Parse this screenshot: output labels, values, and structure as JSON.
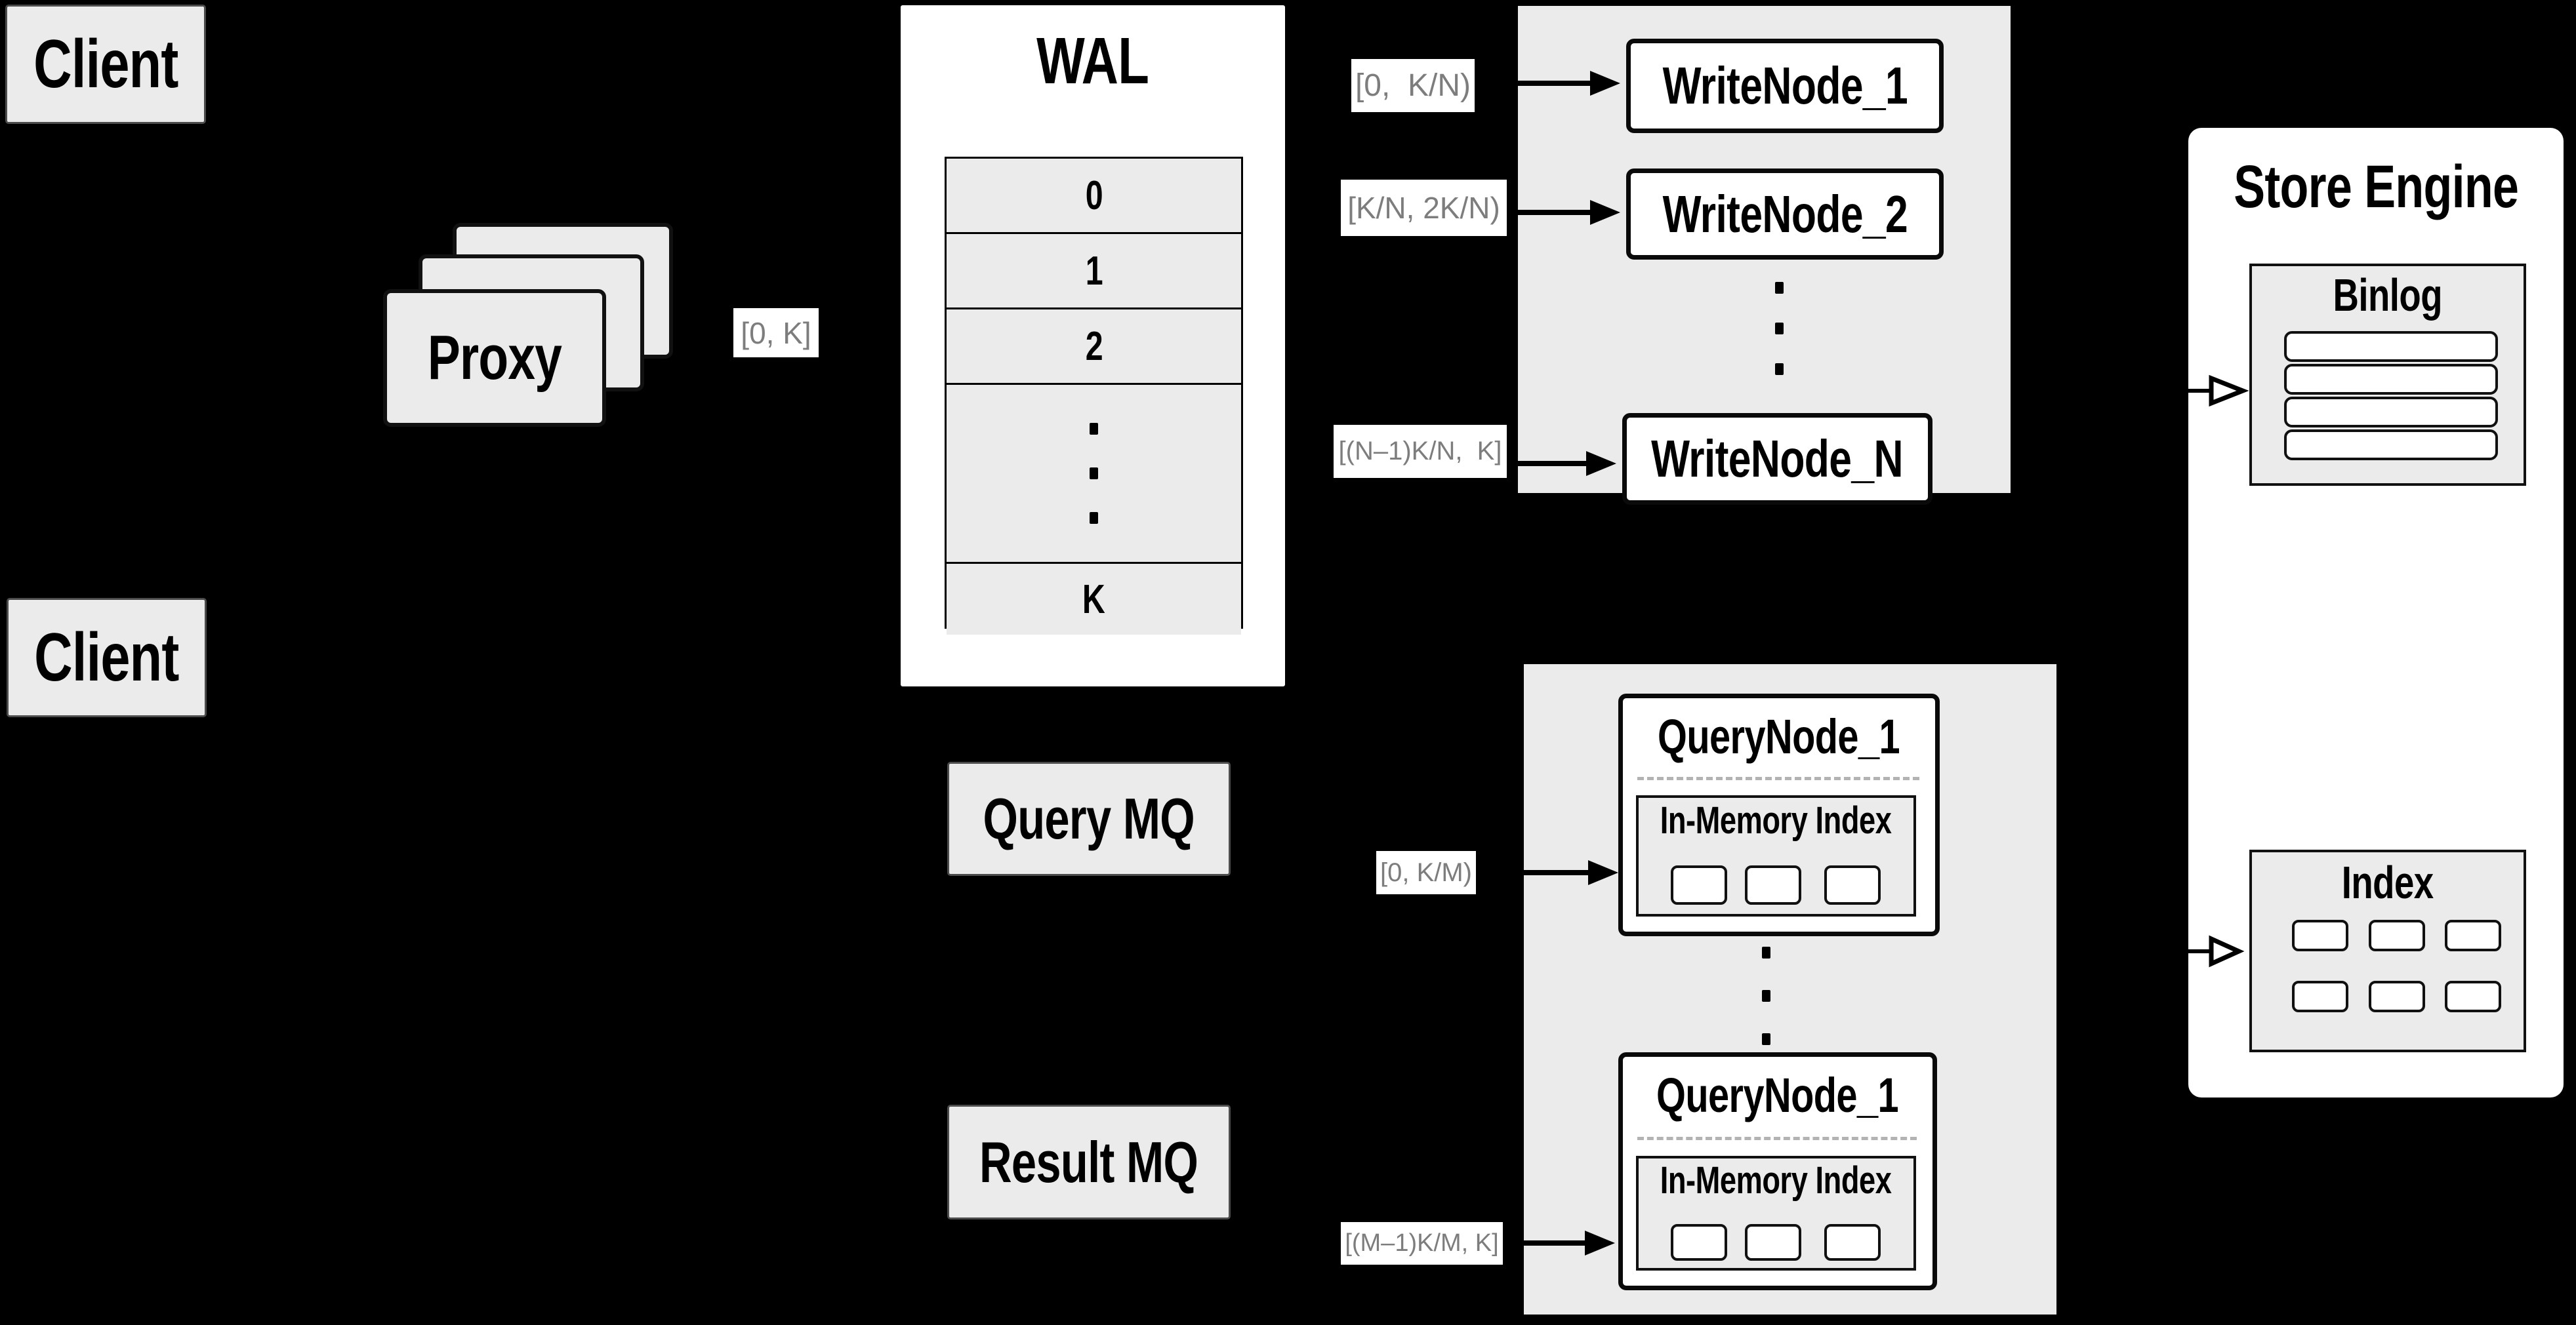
{
  "colors": {
    "background": "#000000",
    "panel_gray": "#ebebeb",
    "node_white": "#ffffff",
    "border_black": "#000000",
    "range_label_text": "#7d7d7d"
  },
  "clients": {
    "top_label": "Client",
    "bottom_label": "Client"
  },
  "proxy": {
    "label": "Proxy"
  },
  "wal": {
    "title": "WAL",
    "segments": [
      "0",
      "1",
      "2",
      "K"
    ]
  },
  "range_labels": {
    "proxy_out": "[0, K]",
    "write_node_1": "[0,  K/N)",
    "write_node_2": "[K/N, 2K/N)",
    "write_node_n": "[(N–1)K/N,  K]",
    "query_node_1": "[0, K/M)",
    "query_node_m": "[(M–1)K/M, K]"
  },
  "write_nodes": {
    "node_1": "WriteNode_1",
    "node_2": "WriteNode_2",
    "node_n": "WriteNode_N"
  },
  "message_queues": {
    "query": "Query MQ",
    "result": "Result MQ"
  },
  "query_nodes": {
    "top": {
      "title": "QueryNode_1",
      "memory_index_label": "In-Memory Index"
    },
    "bottom": {
      "title": "QueryNode_1",
      "memory_index_label": "In-Memory Index"
    }
  },
  "store_engine": {
    "title": "Store Engine",
    "binlog_title": "Binlog",
    "index_title": "Index"
  }
}
